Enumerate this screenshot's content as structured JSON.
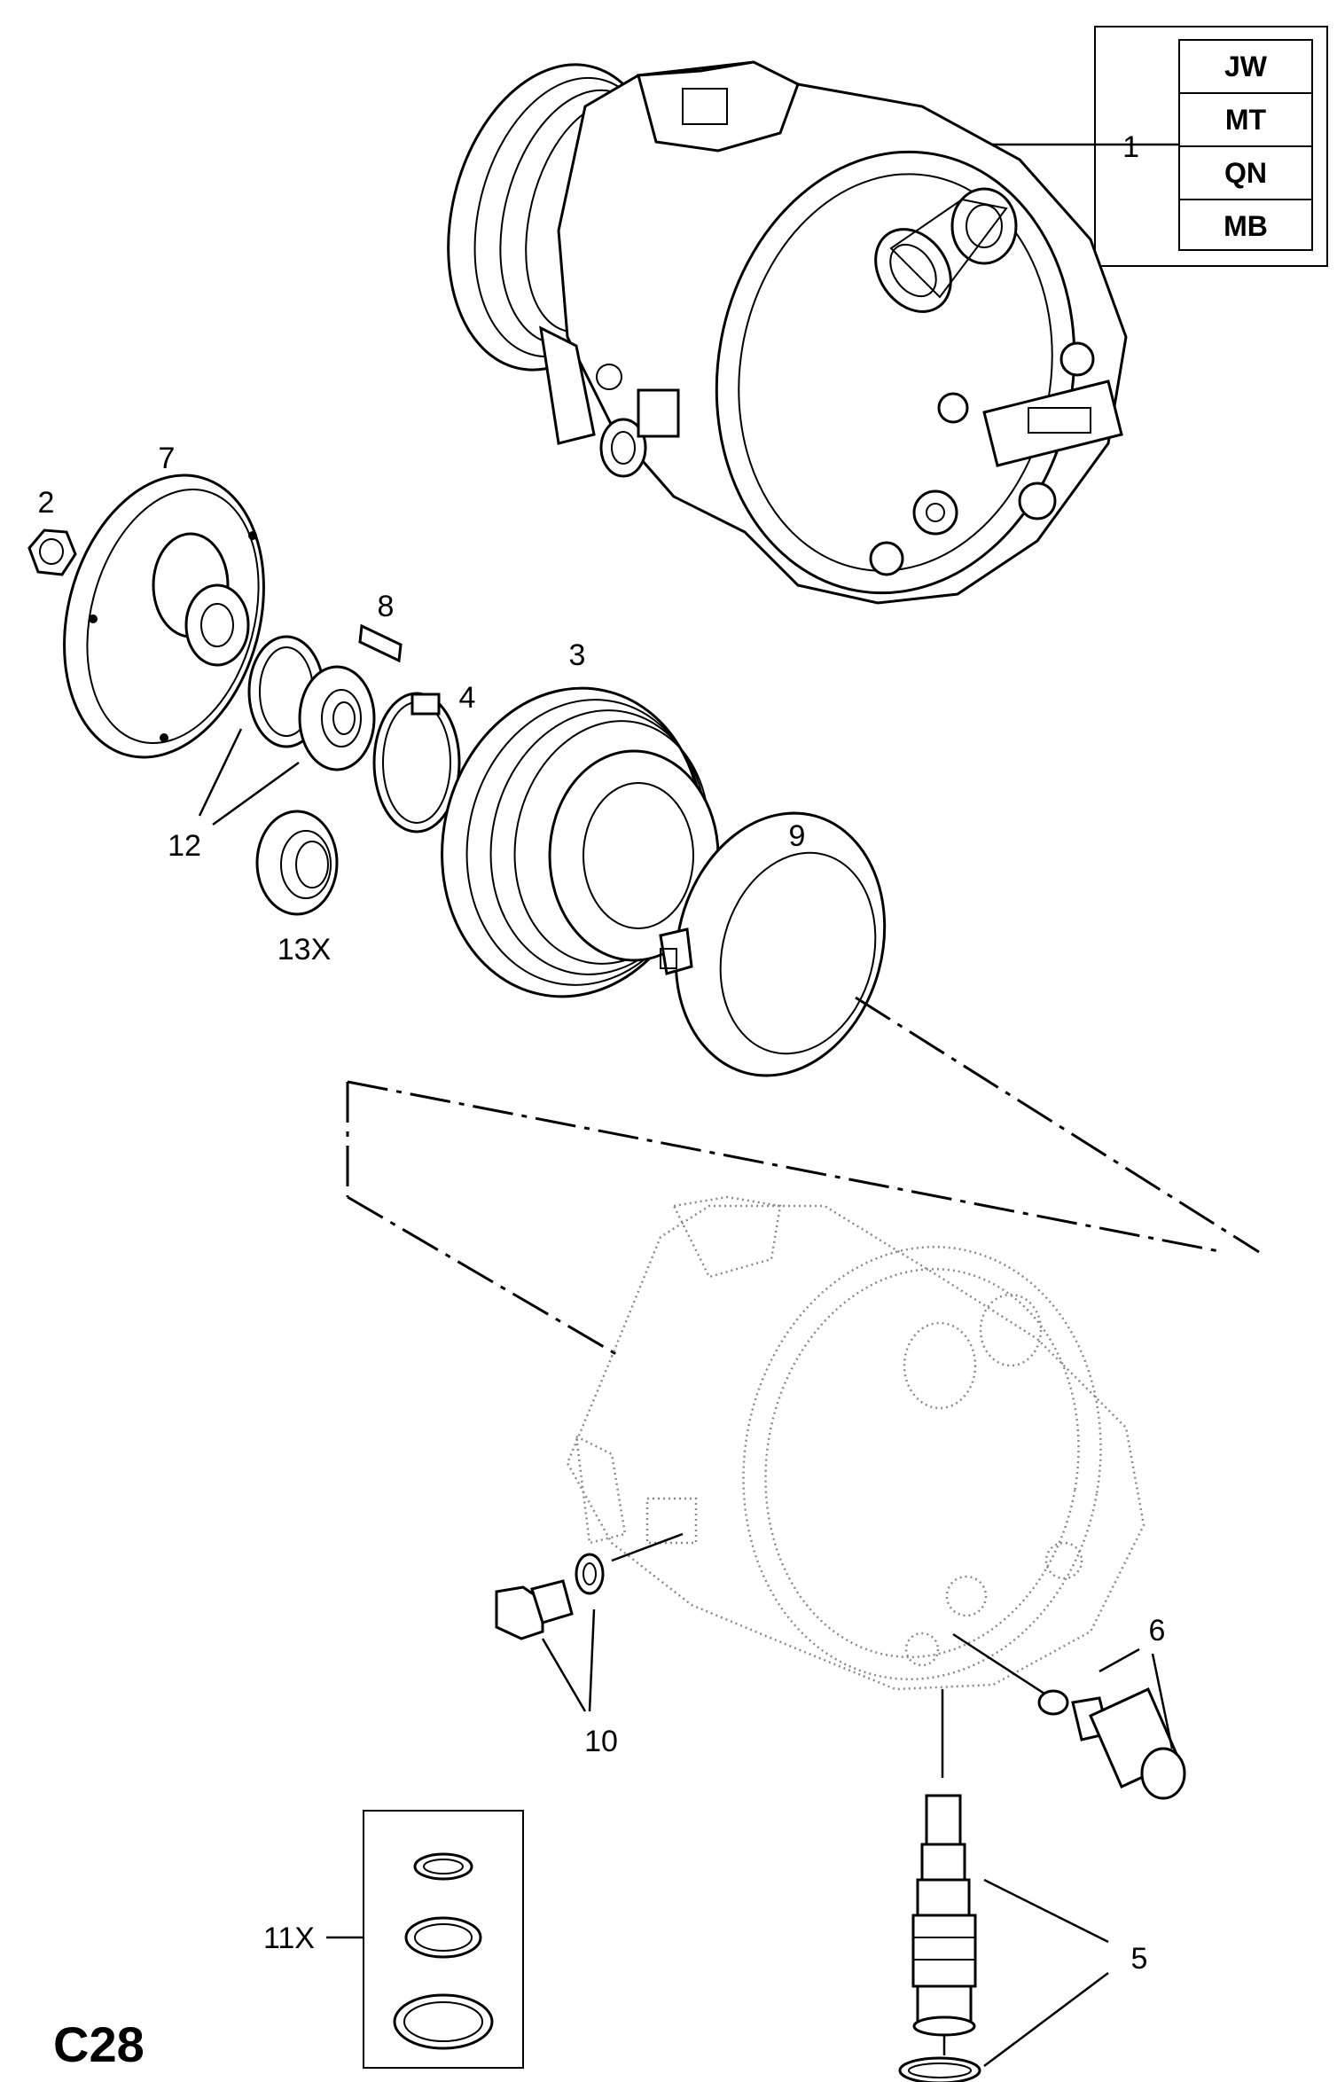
{
  "sheet_code": "C28",
  "variant_codes": [
    "JW",
    "MT",
    "QN",
    "MB"
  ],
  "callouts": {
    "p1": "1",
    "p2": "2",
    "p3": "3",
    "p4": "4",
    "p5": "5",
    "p6": "6",
    "p7": "7",
    "p8": "8",
    "p9": "9",
    "p10": "10",
    "p11x": "11X",
    "p12": "12",
    "p13x": "13X"
  }
}
